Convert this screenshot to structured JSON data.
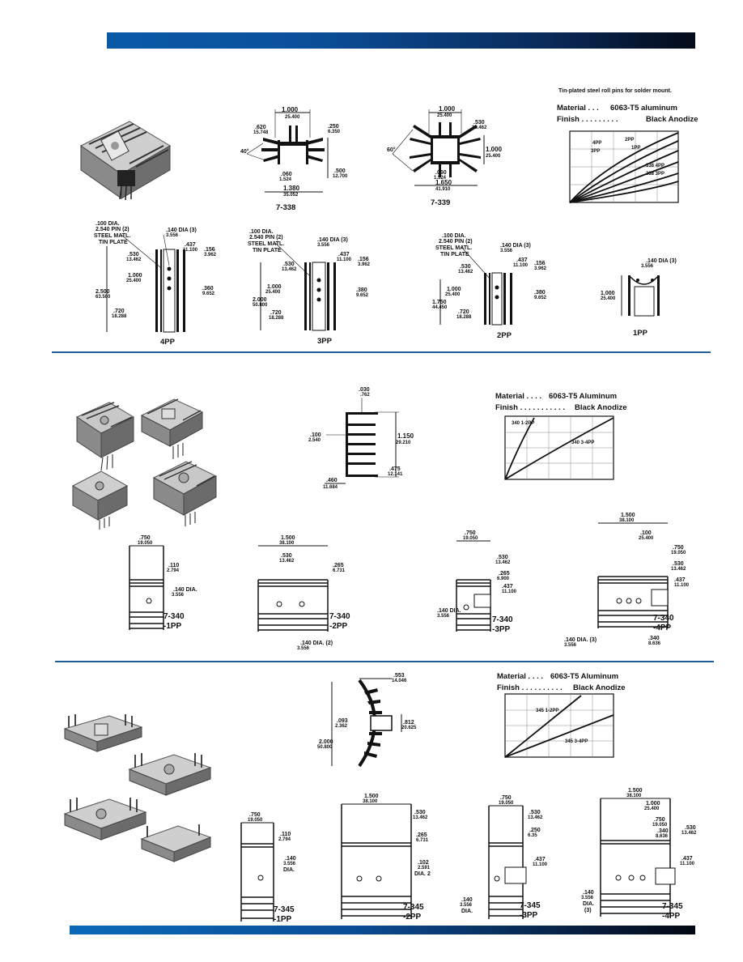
{
  "section1": {
    "note": "Tin-plated steel roll pins for solder mount.",
    "material_label": "Material . . .",
    "material_value": "6063-T5 aluminum",
    "finish_label": "Finish . . . . . . . . .",
    "finish_value": "Black Anodize",
    "profile_338": {
      "name": "7-338",
      "angle": "40°",
      "dims": [
        ".620",
        "15.748",
        ".250",
        "6.350",
        ".060",
        "1.524",
        ".500",
        "12.700",
        "1.000",
        "25.400",
        "1.380",
        "35.052"
      ]
    },
    "profile_339": {
      "name": "7-339",
      "angle": "60°",
      "dims": [
        "1.000",
        "25.400",
        ".530",
        "13.462",
        "1.000",
        "25.400",
        ".060",
        "1.524",
        "1.650",
        "41.910"
      ]
    },
    "variants": [
      {
        "name": "4PP",
        "pin": ".100 DIA.",
        "pin_mm": "2.540 PIN (2)",
        "mat": "STEEL MATL.",
        "plate": "TIN PLATE",
        "hole": ".140 DIA (3)",
        "hole_mm": "3.556",
        "d1": ".437",
        "d1mm": "11.100",
        "d2": ".156",
        "d2mm": "3.962",
        "d3": ".530",
        "d3mm": "13.462",
        "d4": "1.000",
        "d4mm": "25.400",
        "d5": "2.500",
        "d5mm": "63.500",
        "d6": ".360",
        "d6mm": "9.652",
        "d7": ".720",
        "d7mm": "18.288"
      },
      {
        "name": "3PP",
        "pin": ".100 DIA.",
        "pin_mm": "2.540 PIN (2)",
        "mat": "STEEL MATL.",
        "plate": "TIN PLATE",
        "hole": ".140 DIA (3)",
        "hole_mm": "3.556",
        "d1": ".437",
        "d1mm": "11.100",
        "d2": ".156",
        "d2mm": "3.962",
        "d3": ".530",
        "d3mm": "13.462",
        "d4": "1.000",
        "d4mm": "25.400",
        "d5": "2.000",
        "d5mm": "50.800",
        "d6": ".380",
        "d6mm": "9.652",
        "d7": ".720",
        "d7mm": "18.288"
      },
      {
        "name": "2PP",
        "pin": ".100 DIA.",
        "pin_mm": "2.540 PIN (2)",
        "mat": "STEEL MATL.",
        "plate": "TIN PLATE",
        "hole": ".140 DIA (3)",
        "hole_mm": "3.556",
        "d1": ".437",
        "d1mm": "11.100",
        "d2": ".156",
        "d2mm": "3.962",
        "d3": ".530",
        "d3mm": "13.462",
        "d4": "1.000",
        "d4mm": "25.400",
        "d5": "1.750",
        "d5mm": "44.450",
        "d6": ".380",
        "d6mm": "9.652",
        "d7": ".720",
        "d7mm": "18.288"
      },
      {
        "name": "1PP",
        "hole": ".140 DIA (3)",
        "hole_mm": "3.556",
        "d5": "1.000",
        "d5mm": "25.400"
      }
    ],
    "graph_series": [
      "4PP",
      "3PP",
      "2PP",
      "1PP",
      "338 4PP",
      "338 3PP"
    ]
  },
  "section2": {
    "material_label": "Material . . . .",
    "material_value": "6063-T5 Aluminum",
    "finish_label": "Finish . . . . . . . . . . .",
    "finish_value": "Black Anodize",
    "profile": {
      "dims": [
        ".030",
        ".762",
        ".100",
        "2.540",
        "1.150",
        "29.210",
        ".475",
        "12.141",
        ".460",
        "11.684"
      ]
    },
    "graph_series": [
      "340 1-2PP",
      "340 3-4PP"
    ],
    "variants": [
      {
        "line1": "7-340",
        "line2": "-1PP",
        "w": ".750",
        "wmm": "19.050",
        "a": ".110",
        "amm": "2.794",
        "hole": ".140 DIA.",
        "hole_mm": "3.556"
      },
      {
        "line1": "7-340",
        "line2": "-2PP",
        "w": "1.500",
        "wmm": "38.100",
        "a": ".530",
        "amm": "13.462",
        "b": ".265",
        "bmm": "6.731",
        "hole": ".140 DIA. (2)",
        "hole_mm": "3.556"
      },
      {
        "line1": "7-340",
        "line2": "-3PP",
        "w": ".750",
        "wmm": "19.050",
        "a": ".530",
        "amm": "13.462",
        "b": ".265",
        "bmm": "6.900",
        "c": ".437",
        "cmm": "11.100",
        "hole": ".140 DIA.",
        "hole_mm": "3.556"
      },
      {
        "line1": "7-340",
        "line2": "-4PP",
        "w": "1.500",
        "wmm": "38.100",
        "a": ".100",
        "amm": "25.400",
        "b": ".750",
        "bmm": "19.050",
        "c": ".530",
        "cmm": "13.462",
        "d": ".437",
        "dmm": "11.100",
        "e": ".340",
        "emm": "8.636",
        "hole": ".140 DIA. (3)",
        "hole_mm": "3.556"
      }
    ]
  },
  "section3": {
    "material_label": "Material . . . .",
    "material_value": "6063-T5 Aluminum",
    "finish_label": "Finish . . . . . . . . . .",
    "finish_value": "Black Anodize",
    "profile": {
      "dims": [
        ".553",
        "14.046",
        ".093",
        "2.362",
        "2.000",
        "50.800",
        ".812",
        "20.625"
      ]
    },
    "graph_series": [
      "345 1-2PP",
      "345 3-4PP"
    ],
    "variants": [
      {
        "line1": "7-345",
        "line2": "-1PP",
        "w": ".750",
        "wmm": "19.050",
        "a": ".110",
        "amm": "2.794",
        "hole": ".140",
        "hole_mm": "3.556",
        "hole2": "DIA."
      },
      {
        "line1": "7-345",
        "line2": "-2PP",
        "w": "1.500",
        "wmm": "38.100",
        "a": ".530",
        "amm": "13.462",
        "b": ".265",
        "bmm": "6.731",
        "hole": ".102",
        "hole_mm": "2.591",
        "hole2": "DIA. 2"
      },
      {
        "line1": "7-345",
        "line2": "-3PP",
        "w": ".750",
        "wmm": "19.050",
        "a": ".530",
        "amm": "13.462",
        "b": ".250",
        "bmm": "6.35",
        "c": ".437",
        "cmm": "11.100",
        "hole": ".140",
        "hole_mm": "3.556",
        "hole2": "DIA."
      },
      {
        "line1": "7-345",
        "line2": "-4PP",
        "w": "1.500",
        "wmm": "38.100",
        "a": "1.000",
        "amm": "25.400",
        "b": ".750",
        "bmm": "19.050",
        "c": ".340",
        "cmm": "8.636",
        "d": ".530",
        "dmm": "13.462",
        "e": ".437",
        "emm": "11.100",
        "hole": ".140",
        "hole_mm": "3.556",
        "hole2": "DIA.",
        "hole3": "(3)"
      }
    ]
  },
  "colors": {
    "accent": "#0a5aa8",
    "divider": "#1f5c9e",
    "ink": "#111111"
  }
}
